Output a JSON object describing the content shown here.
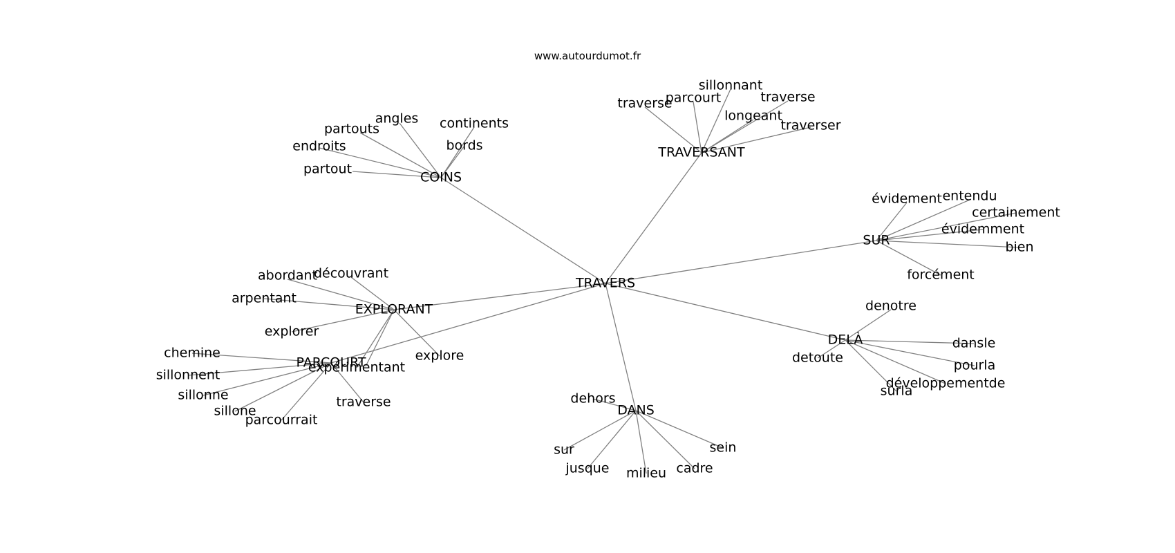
{
  "watermark": "www.autourdumot.fr",
  "graph": {
    "root": "TRAVERS",
    "clusters": [
      {
        "hub": "COINS",
        "words": [
          "continents",
          "angles",
          "partouts",
          "endroits",
          "partout",
          "bords"
        ]
      },
      {
        "hub": "TRAVERSANT",
        "words": [
          "sillonnant",
          "parcourt",
          "traverse",
          "traverse",
          "longeant",
          "traverser"
        ]
      },
      {
        "hub": "SUR",
        "words": [
          "évidement",
          "entendu",
          "certainement",
          "évidemment",
          "bien",
          "forcément"
        ]
      },
      {
        "hub": "EXPLORANT",
        "words": [
          "découvrant",
          "abordant",
          "arpentant",
          "explorer",
          "explore",
          "expérimentant"
        ]
      },
      {
        "hub": "PARCOURT",
        "words": [
          "chemine",
          "sillonnent",
          "sillonne",
          "sillone",
          "parcourrait",
          "traverse"
        ]
      },
      {
        "hub": "DELÀ",
        "words": [
          "denotre",
          "dansle",
          "detoute",
          "pourla",
          "développementde",
          "surla"
        ]
      },
      {
        "hub": "DANS",
        "words": [
          "dehors",
          "sur",
          "jusque",
          "milieu",
          "cadre",
          "sein"
        ]
      }
    ]
  }
}
